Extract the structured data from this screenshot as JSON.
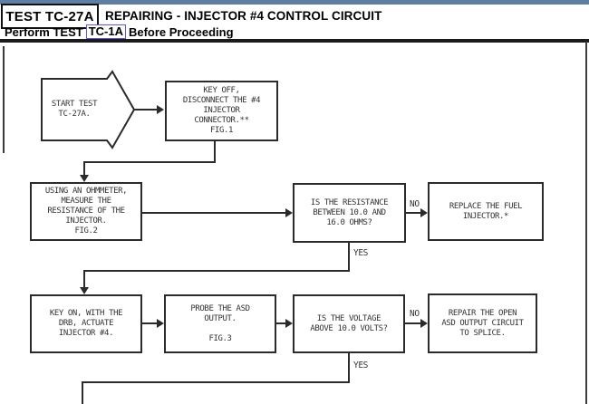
{
  "header": {
    "test_label": "TEST TC-27A",
    "title": "REPAIRING - INJECTOR #4 CONTROL CIRCUIT",
    "perform_prefix": "Perform TEST",
    "perform_link": "TC-1A",
    "perform_suffix": "Before Proceeding"
  },
  "colors": {
    "top_bar": "#5e7fa4",
    "link_box_border": "#5b5bd8",
    "flow_line": "#2b2b2b",
    "header_rule": "#1b1b1b"
  },
  "flowchart": {
    "start": {
      "lines": [
        "START TEST",
        "TC-27A."
      ]
    },
    "key_off": {
      "lines": [
        "KEY OFF,",
        "DISCONNECT THE #4",
        "INJECTOR",
        "CONNECTOR.**",
        "FIG.1"
      ]
    },
    "ohmmeter": {
      "lines": [
        "USING AN OHMMETER,",
        "MEASURE THE",
        "RESISTANCE OF THE",
        "INJECTOR.",
        "FIG.2"
      ]
    },
    "resistance_decision": {
      "lines": [
        "IS THE RESISTANCE",
        "BETWEEN 10.0 AND",
        "16.0 OHMS?"
      ]
    },
    "replace_injector": {
      "lines": [
        "REPLACE THE FUEL",
        "INJECTOR.*"
      ]
    },
    "key_on": {
      "lines": [
        "KEY ON, WITH THE",
        "DRB, ACTUATE",
        "INJECTOR #4."
      ]
    },
    "probe_asd": {
      "lines": [
        "PROBE THE ASD",
        "OUTPUT.",
        "",
        "FIG.3"
      ]
    },
    "voltage_decision": {
      "lines": [
        "IS THE VOLTAGE",
        "ABOVE 10.0 VOLTS?"
      ]
    },
    "repair_asd": {
      "lines": [
        "REPAIR THE OPEN",
        "ASD OUTPUT CIRCUIT",
        "TO SPLICE."
      ]
    },
    "labels": {
      "no1": "NO",
      "yes1": "YES",
      "no2": "NO",
      "yes2": "YES"
    }
  }
}
